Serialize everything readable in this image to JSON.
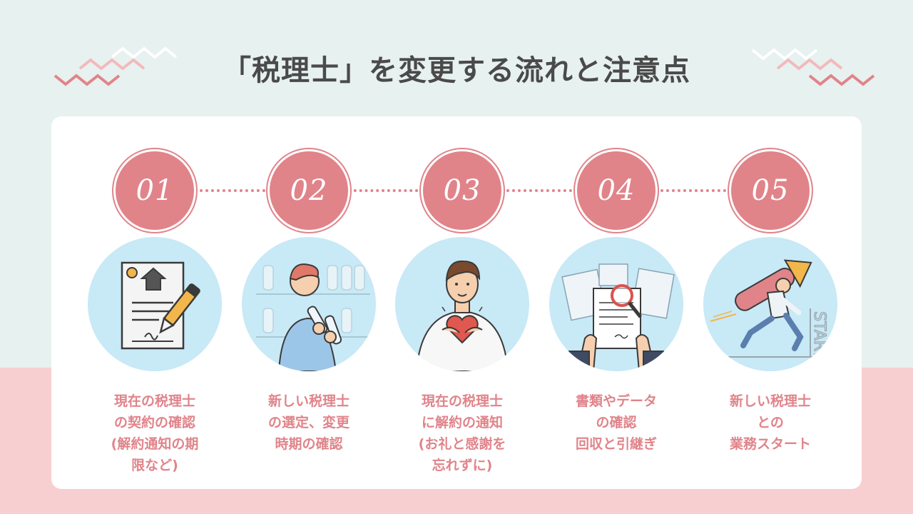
{
  "title": "「税理士」を変更する流れと注意点",
  "colors": {
    "accent": "#e0848a",
    "circle_bg": "#c8e9f6",
    "top_bg": "#e7f1ef",
    "bottom_bg": "#f7cfd0"
  },
  "steps": [
    {
      "number": "01",
      "icon": "contract-document-icon",
      "lines": [
        "現在の税理士",
        "の契約の確認",
        "(解約通知の期",
        "限など)"
      ]
    },
    {
      "number": "02",
      "icon": "person-choosing-icon",
      "lines": [
        "新しい税理士",
        "の選定、変更",
        "時期の確認"
      ]
    },
    {
      "number": "03",
      "icon": "person-heart-icon",
      "lines": [
        "現在の税理士",
        "に解約の通知",
        "(お礼と感謝を",
        "忘れずに)"
      ]
    },
    {
      "number": "04",
      "icon": "document-review-icon",
      "lines": [
        "書類やデータ",
        "の確認",
        "回収と引継ぎ"
      ]
    },
    {
      "number": "05",
      "icon": "runner-start-icon",
      "lines": [
        "新しい税理士",
        "との",
        "業務スタート"
      ]
    }
  ]
}
